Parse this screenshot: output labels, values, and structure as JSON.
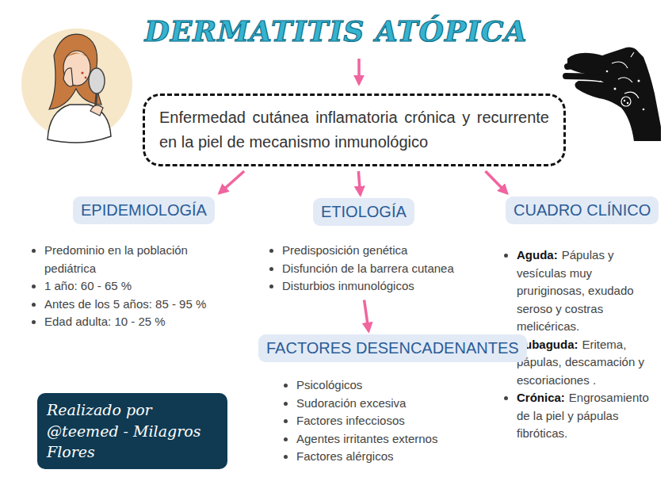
{
  "diagram": {
    "title": "DERMATITIS ATÓPICA",
    "nodes": [
      {
        "text": [
          "Enfermedad cutánea inflamatoria crónica y recurrente en la piel de mecanismo inmunológico"
        ]
      },
      {
        "text": [
          "EPIDEMIOLOGÍA",
          "Predominio en la población pediátrica",
          "1 año: 60 - 65 %",
          "Antes de los 5 años: 85 - 95 %",
          "Edad adulta: 10 - 25 %"
        ]
      },
      {
        "text": [
          "ETIOLOGÍA",
          "Predisposición genética",
          "Disfunción de la barrera cutanea",
          "Disturbios inmunológicos"
        ]
      },
      {
        "text": [
          "CUADRO CLÍNICO",
          "Aguda:",
          "Pápulas y vesículas muy pruriginosas, exudado seroso y costras melicéricas.",
          "Subaguda:",
          "Eritema, pápulas, descamación y escoriaciones .",
          "Crónica:",
          "Engrosamiento de la piel y pápulas fibróticas."
        ]
      },
      {
        "text": [
          "FACTORES DESENCADENANTES",
          "Psicológicos",
          "Sudoración excesiva",
          "Factores infecciosos",
          "Agentes irritantes externos",
          "Factores alérgicos"
        ]
      },
      {
        "text": [
          "Realizado por @teemed - Milagros Flores"
        ]
      }
    ],
    "edges": [
      {
        "from": 0,
        "to": 1,
        "arrow": "to"
      },
      {
        "from": 0,
        "to": 2,
        "arrow": "to"
      },
      {
        "from": 0,
        "to": 3,
        "arrow": "to"
      },
      {
        "from": 2,
        "to": 4,
        "arrow": "to"
      }
    ]
  }
}
